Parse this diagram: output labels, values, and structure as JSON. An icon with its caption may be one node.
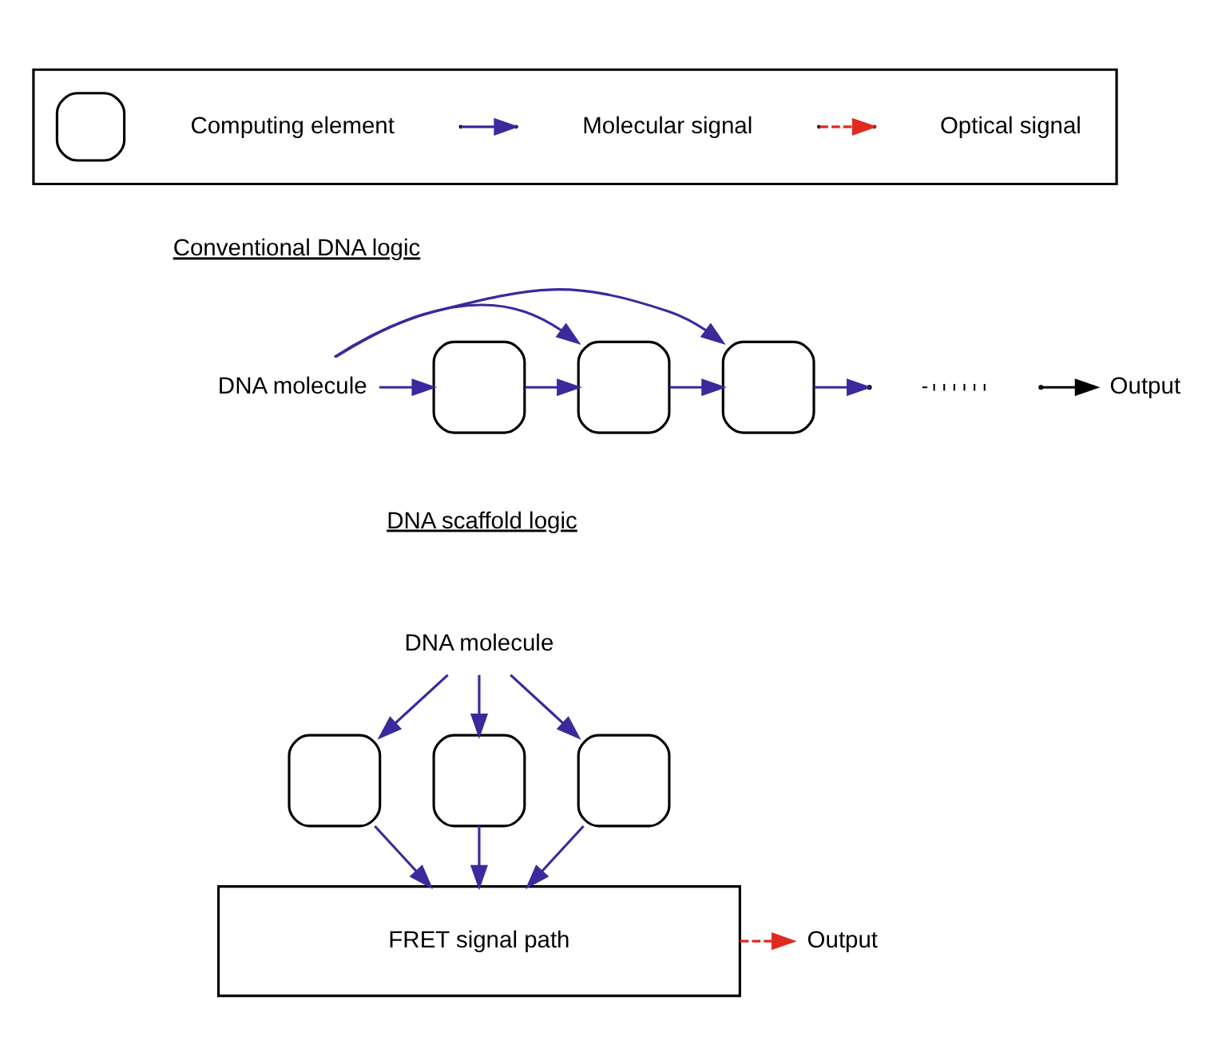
{
  "diagram": {
    "nodes": [
      {
        "text": [],
        "shape": "box"
      },
      {
        "text": [],
        "shape": "box",
        "in": 0
      },
      {
        "text": [
          "DNA molecule"
        ]
      },
      {
        "text": [],
        "shape": "box"
      },
      {
        "text": [],
        "shape": "box"
      },
      {
        "text": [],
        "shape": "box"
      },
      {
        "text": [
          "Output"
        ]
      },
      {
        "text": [
          "DNA molecule"
        ]
      },
      {
        "text": [],
        "shape": "box"
      },
      {
        "text": [],
        "shape": "box"
      },
      {
        "text": [],
        "shape": "box"
      },
      {
        "text": [
          "FRET signal path"
        ]
      },
      {
        "text": [
          "Output"
        ]
      }
    ],
    "edges": [
      {
        "from": 2,
        "to": 3,
        "arrow": "to"
      },
      {
        "from": 2,
        "to": 4,
        "arrow": "to"
      },
      {
        "from": 2,
        "to": 5,
        "arrow": "to"
      },
      {
        "from": 3,
        "to": 4,
        "arrow": "to"
      },
      {
        "from": 4,
        "to": 5,
        "arrow": "to"
      },
      {
        "from": 5,
        "to": null,
        "arrow": "to"
      },
      {
        "from": null,
        "to": 6,
        "arrow": "to",
        "color": "#000000"
      },
      {
        "from": 7,
        "to": 8,
        "arrow": "to"
      },
      {
        "from": 7,
        "to": 9,
        "arrow": "to"
      },
      {
        "from": 7,
        "to": 10,
        "arrow": "to"
      },
      {
        "from": 8,
        "to": 11,
        "arrow": "to"
      },
      {
        "from": 9,
        "to": 11,
        "arrow": "to"
      },
      {
        "from": 10,
        "to": 11,
        "arrow": "to"
      },
      {
        "from": 11,
        "to": 12,
        "arrow": "to",
        "style": "dashed",
        "color": "#e0291f"
      }
    ],
    "labels": [
      "Conventional DNA logic",
      "DNA scaffold logic"
    ],
    "legend": [
      {
        "text": "Computing element"
      },
      {
        "text": "Molecular signal"
      },
      {
        "text": "Optical signal"
      }
    ]
  }
}
